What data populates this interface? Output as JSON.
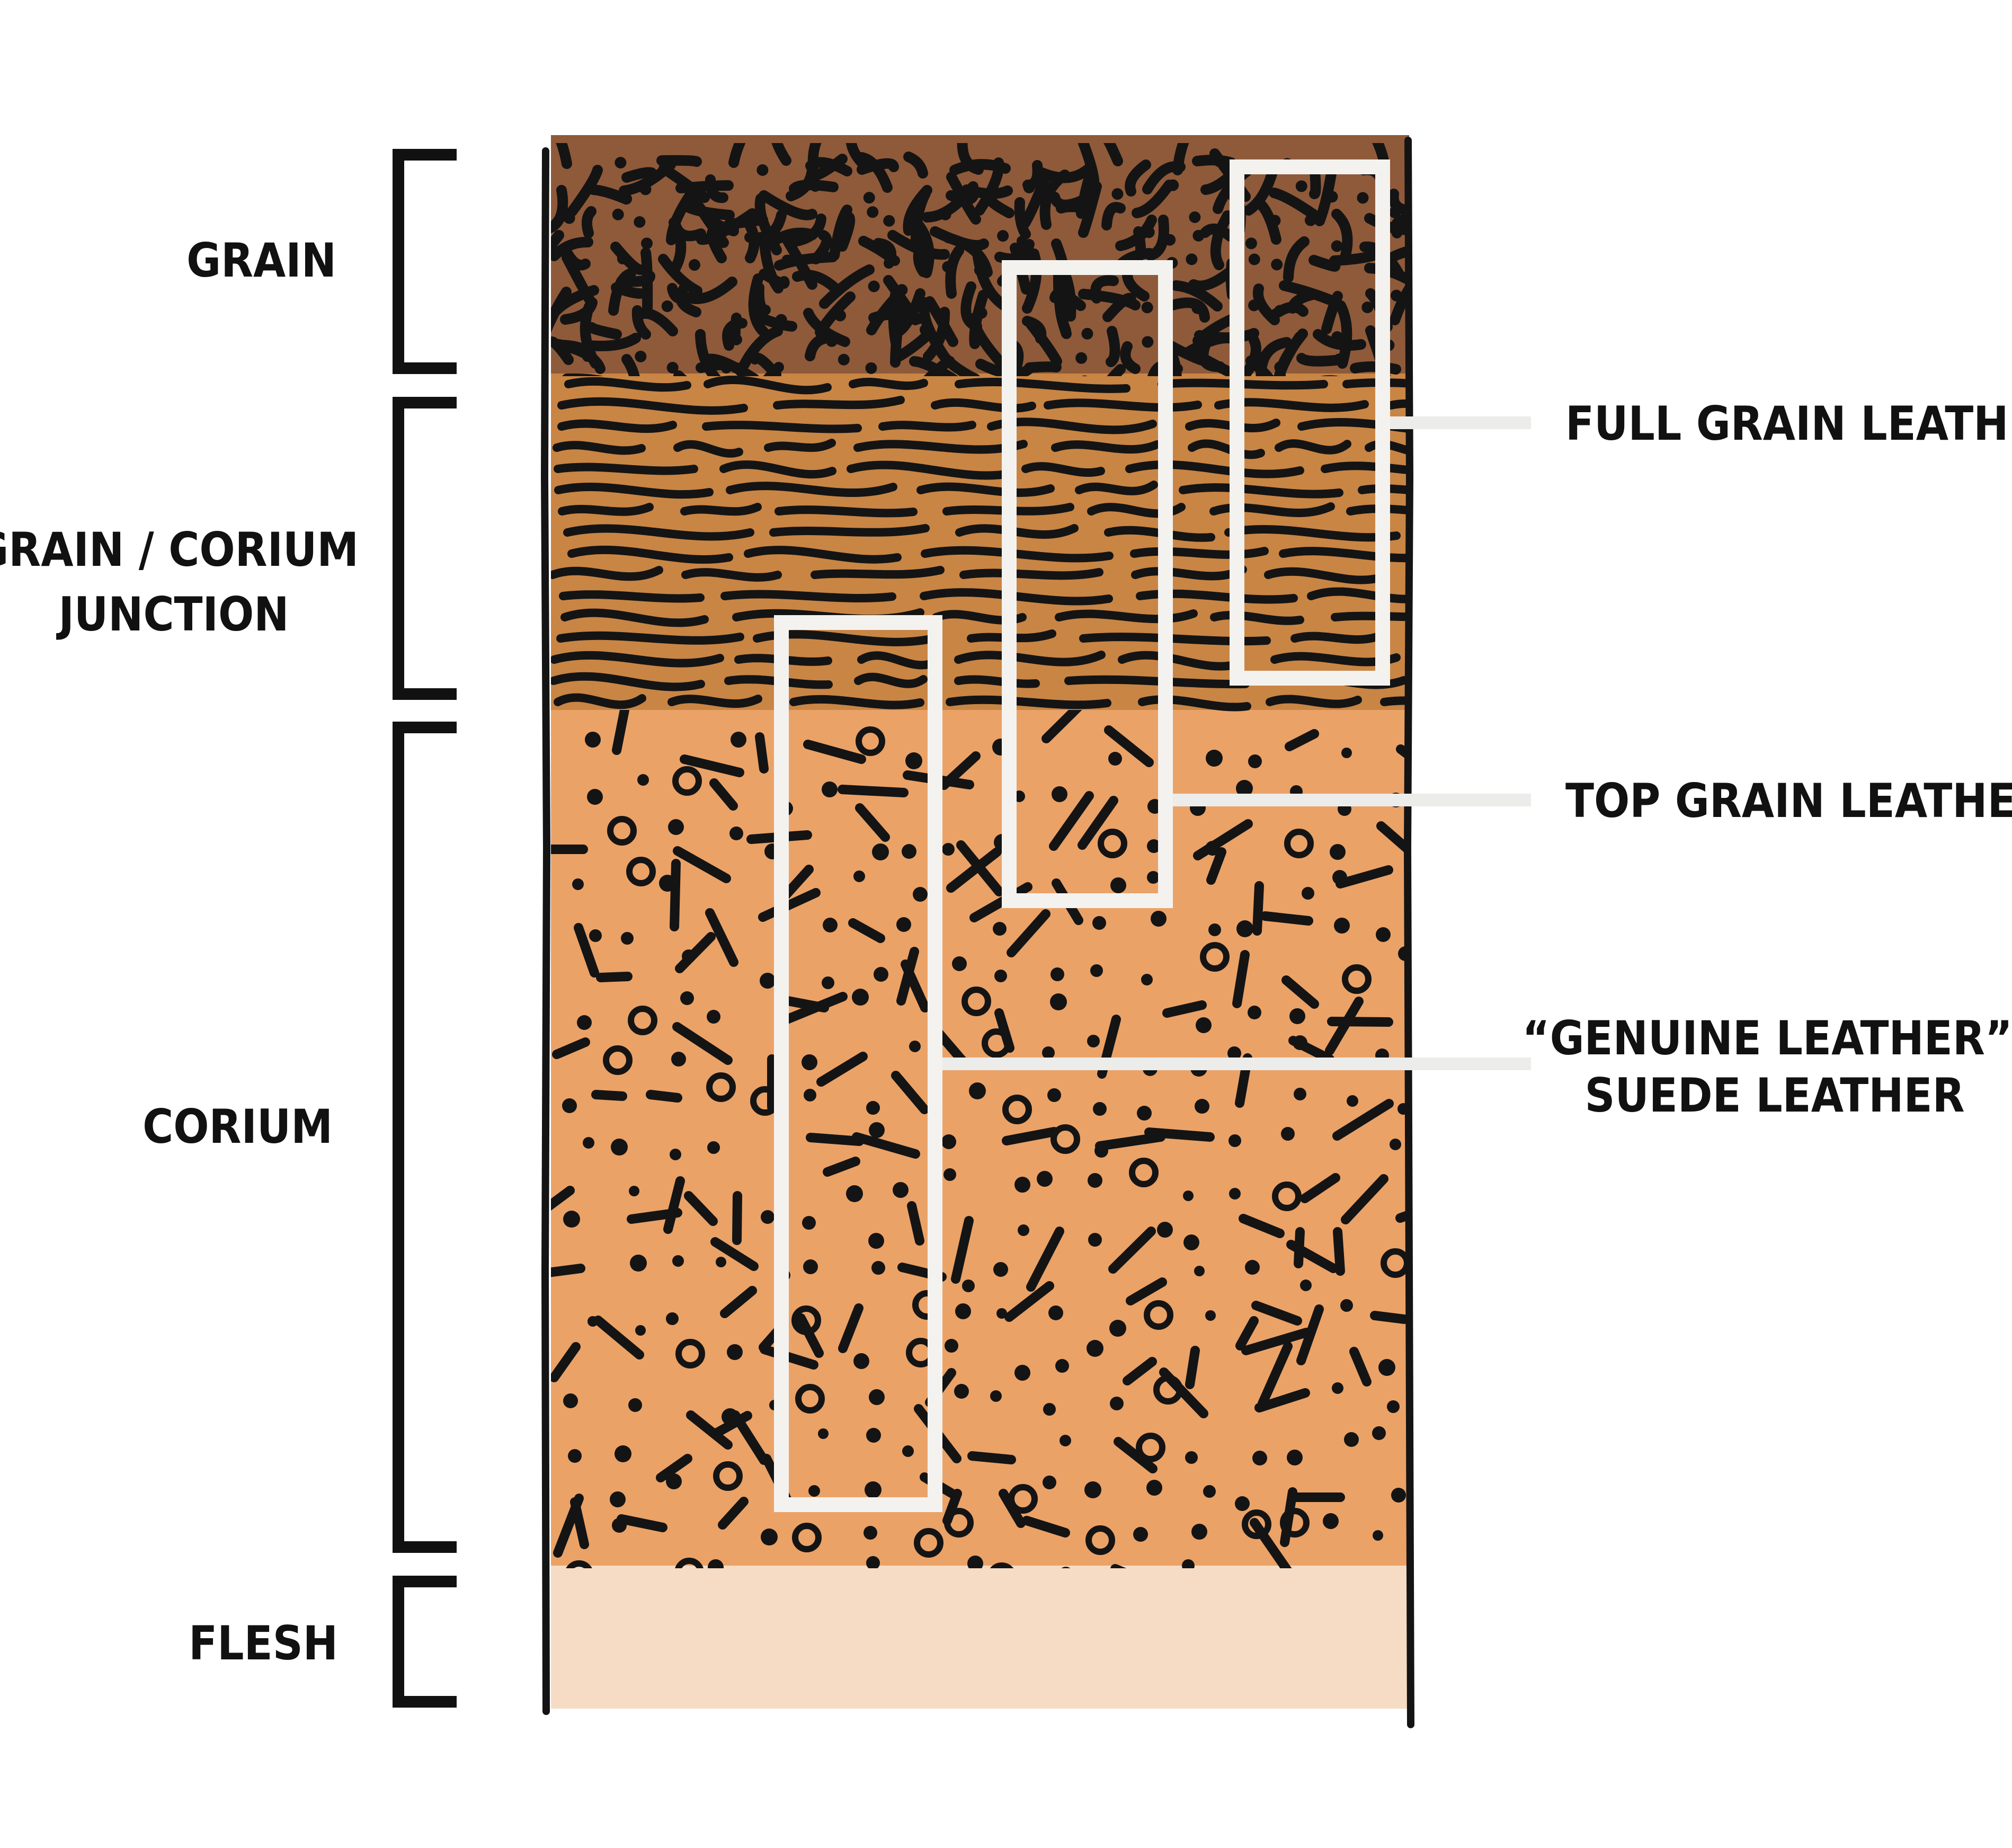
{
  "layers": [
    {
      "id": "grain",
      "label": "GRAIN"
    },
    {
      "id": "junction",
      "label_lines": [
        "GRAIN / CORIUM",
        "JUNCTION"
      ]
    },
    {
      "id": "corium",
      "label": "CORIUM"
    },
    {
      "id": "flesh",
      "label": "FLESH"
    }
  ],
  "leather_types": [
    {
      "id": "full-grain",
      "label_lines": [
        "FULL GRAIN LEATHER"
      ]
    },
    {
      "id": "top-grain",
      "label_lines": [
        "TOP GRAIN LEATHER"
      ]
    },
    {
      "id": "genuine-suede",
      "label_lines": [
        "“GENUINE LEATHER”",
        "SUEDE LEATHER"
      ]
    }
  ],
  "colors": {
    "grain": "#8f5a3a",
    "junction": "#c98544",
    "corium": "#eba267",
    "flesh": "#f6dcc4",
    "ink": "#141414",
    "frame": "#f4f2ef",
    "connector": "#ececea"
  }
}
